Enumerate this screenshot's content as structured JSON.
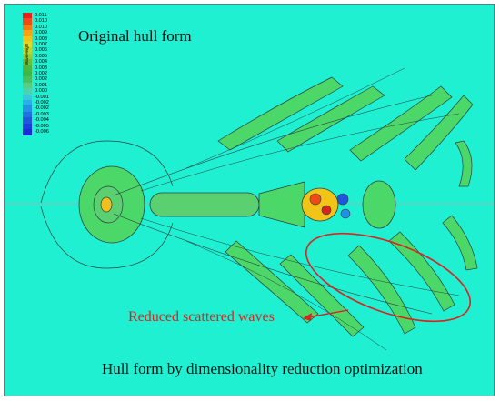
{
  "labels": {
    "top": "Original hull form",
    "bottom": "Hull form by dimensionality reduction optimization",
    "annotation": "Reduced scattered waves"
  },
  "legend": {
    "title": "WaveHeight",
    "ticks": [
      "0.011",
      "0.010",
      "0.010",
      "0.009",
      "0.008",
      "0.007",
      "0.006",
      "0.005",
      "0.004",
      "0.003",
      "0.002",
      "0.002",
      "0.001",
      "0.000",
      "-0.001",
      "-0.002",
      "-0.002",
      "-0.003",
      "-0.004",
      "-0.005",
      "-0.006"
    ],
    "colors": [
      "#e8201a",
      "#f04a18",
      "#f57a14",
      "#f7a414",
      "#f2c418",
      "#e2da22",
      "#bdd62a",
      "#94cc32",
      "#6cc038",
      "#4cb83e",
      "#40b648",
      "#48c060",
      "#5ccc80",
      "#4ad4b0",
      "#38c8dc",
      "#2ab0e8",
      "#2290e6",
      "#2070e2",
      "#1e56de",
      "#1c3edc",
      "#1a2ad8"
    ]
  },
  "colors": {
    "background": "#20f0d2",
    "wave": "#4cd868",
    "contour": "#2a3f40",
    "annotation": "#d8241f"
  }
}
